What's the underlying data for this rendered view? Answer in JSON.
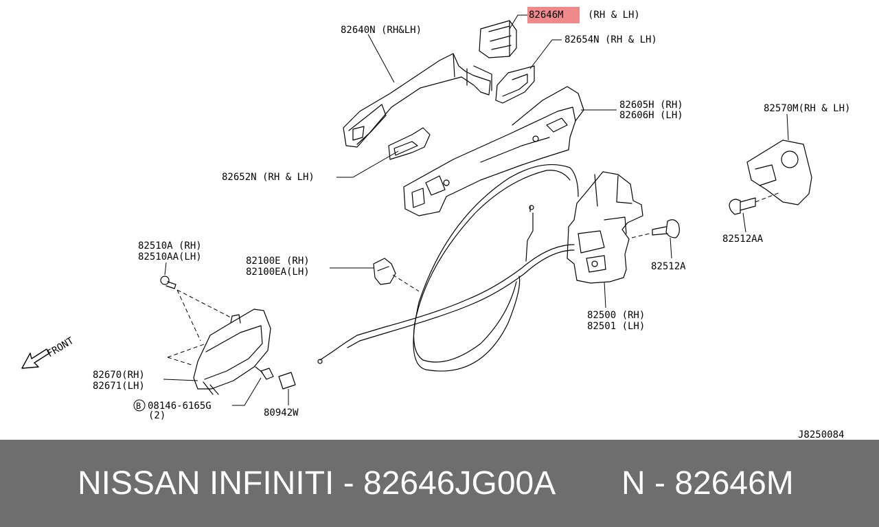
{
  "parts": {
    "p82646M": "82646M",
    "p82646M_side": "(RH & LH)",
    "p82640N": "82640N (RH&LH)",
    "p82654N": "82654N (RH & LH)",
    "p82605H": "82605H (RH)",
    "p82606H": "82606H (LH)",
    "p82570M": "82570M(RH & LH)",
    "p82652N": "82652N (RH & LH)",
    "p82510A": "82510A  (RH)",
    "p82510AA": "82510AA(LH)",
    "p82100E": "82100E  (RH)",
    "p82100EA": "82100EA(LH)",
    "p82512AA": "82512AA",
    "p82512A": "82512A",
    "p82500": "82500 (RH)",
    "p82501": "82501 (LH)",
    "p82670": "82670(RH)",
    "p82671": "82671(LH)",
    "bolt_mark": "B",
    "p08146": "08146-6165G",
    "p08146_qty": "(2)",
    "p80942W": "80942W",
    "front": "FRONT"
  },
  "diagram_code": "J8250084",
  "highlight_color": "#f08a8a",
  "banner": {
    "left": "NISSAN  INFINITI - 82646JG00A",
    "right": "N - 82646M",
    "background": "#6e6e6e",
    "text_color": "#ffffff"
  }
}
